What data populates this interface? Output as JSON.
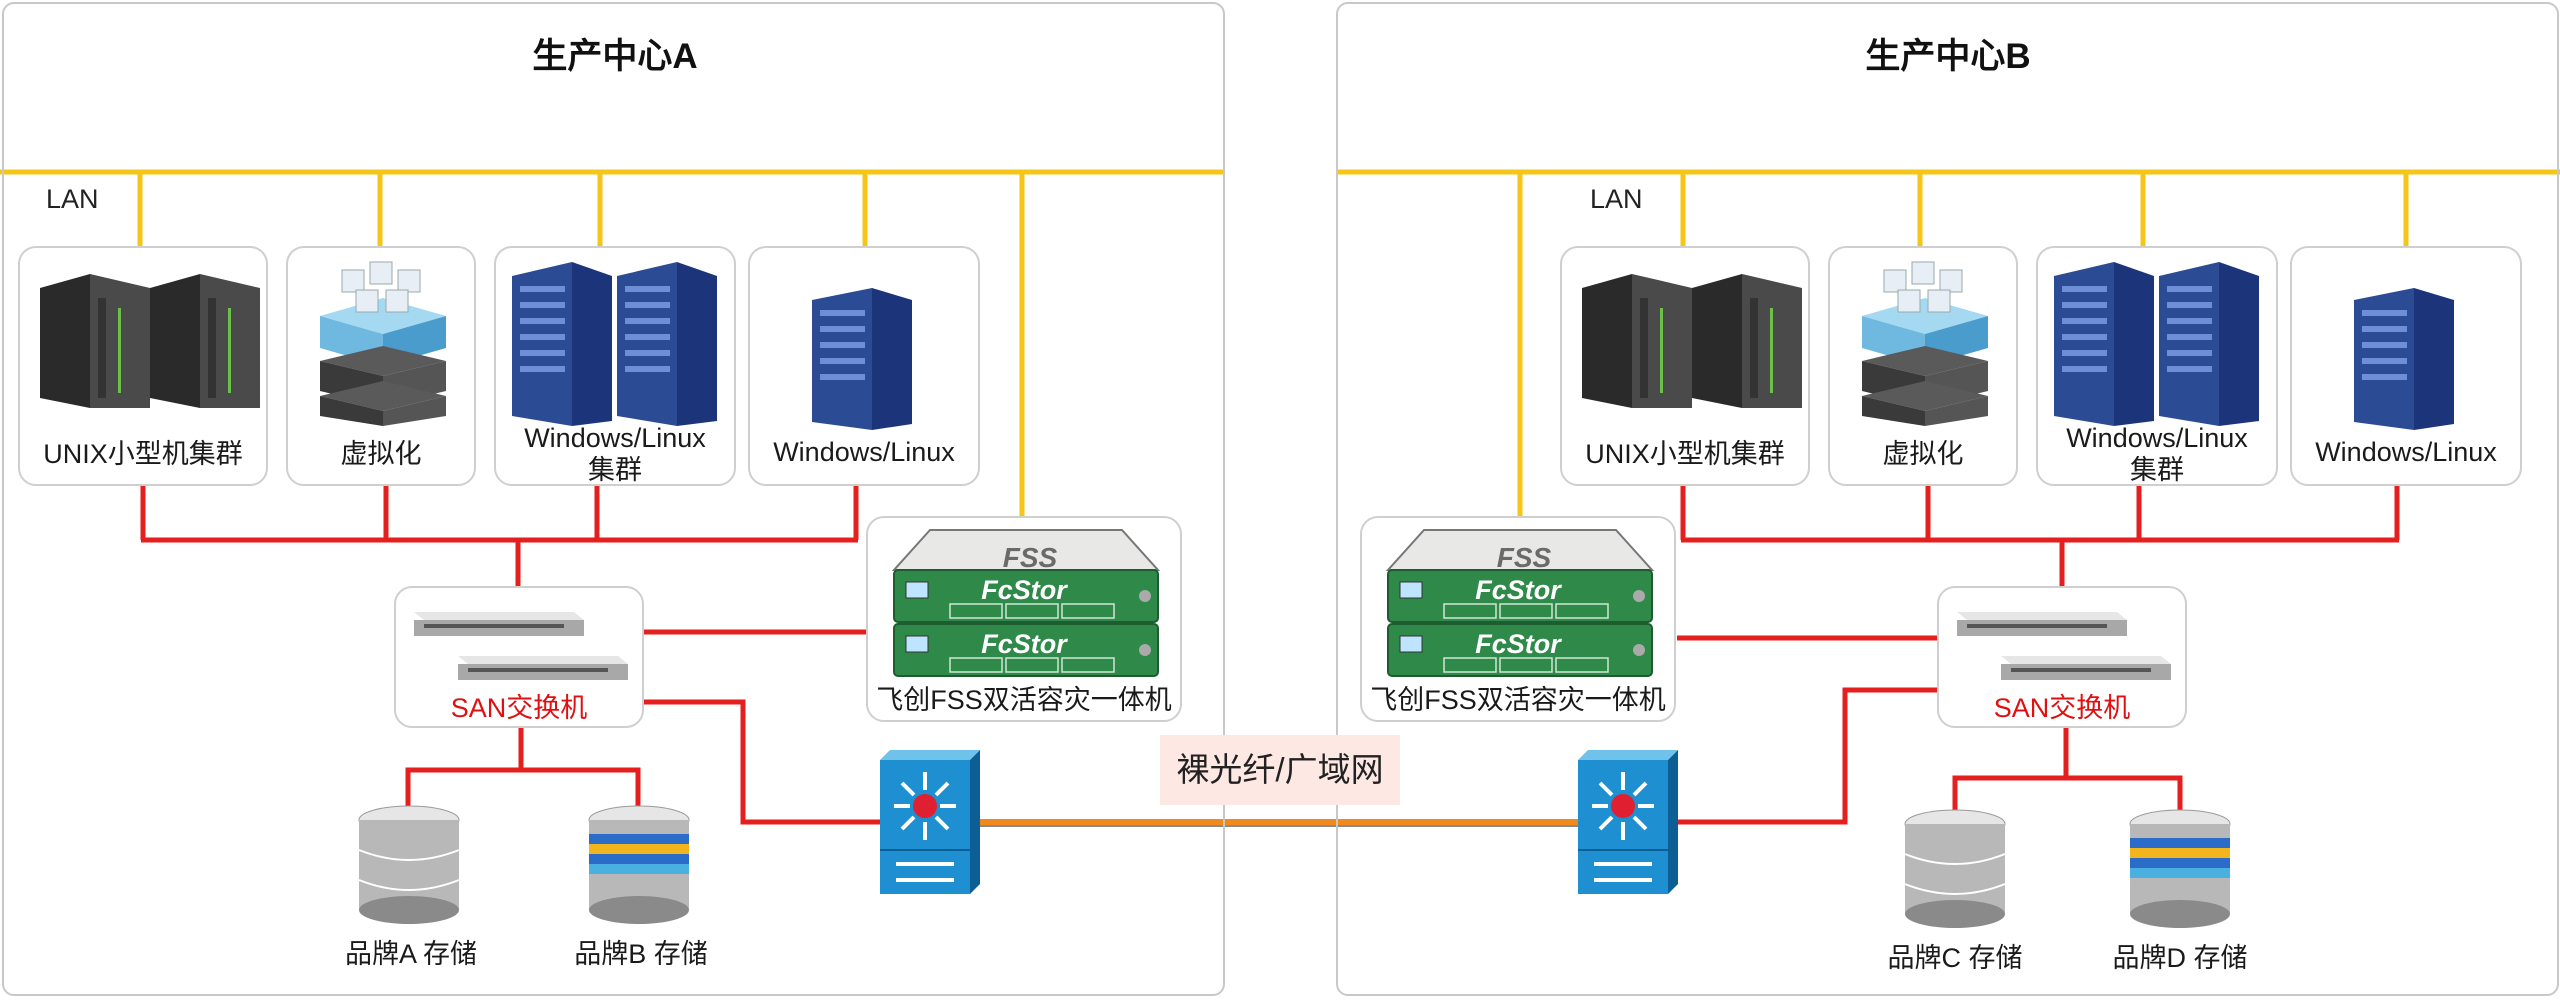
{
  "centers": [
    {
      "title": "生产中心A",
      "lan_label": "LAN",
      "host_groups": [
        {
          "label": "UNIX小型机集群",
          "icon": "unix-minicomputer-icon"
        },
        {
          "label": "虚拟化",
          "icon": "virtualization-server-icon"
        },
        {
          "label": "Windows/Linux\n集群",
          "icon": "blade-server-icon"
        },
        {
          "label": "Windows/Linux",
          "icon": "tower-server-icon"
        }
      ],
      "san_switch_label": "SAN交换机",
      "appliance_label": "飞创FSS双活容灾一体机",
      "appliance_units": [
        "FcStor",
        "FcStor"
      ],
      "appliance_brand": "FSS",
      "storage": [
        {
          "label": "品牌A 存储"
        },
        {
          "label": "品牌B 存储"
        }
      ]
    },
    {
      "title": "生产中心B",
      "lan_label": "LAN",
      "host_groups": [
        {
          "label": "UNIX小型机集群",
          "icon": "unix-minicomputer-icon"
        },
        {
          "label": "虚拟化",
          "icon": "virtualization-server-icon"
        },
        {
          "label": "Windows/Linux\n集群",
          "icon": "blade-server-icon"
        },
        {
          "label": "Windows/Linux",
          "icon": "tower-server-icon"
        }
      ],
      "san_switch_label": "SAN交换机",
      "appliance_label": "飞创FSS双活容灾一体机",
      "appliance_units": [
        "FcStor",
        "FcStor"
      ],
      "appliance_brand": "FSS",
      "storage": [
        {
          "label": "品牌C 存储"
        },
        {
          "label": "品牌D 存储"
        }
      ]
    }
  ],
  "link_label": "裸光纤/广域网",
  "colors": {
    "lan": "#f5c518",
    "san": "#e51e1e",
    "wan": "#f08a1c",
    "panel_border": "#c8c8c8"
  }
}
